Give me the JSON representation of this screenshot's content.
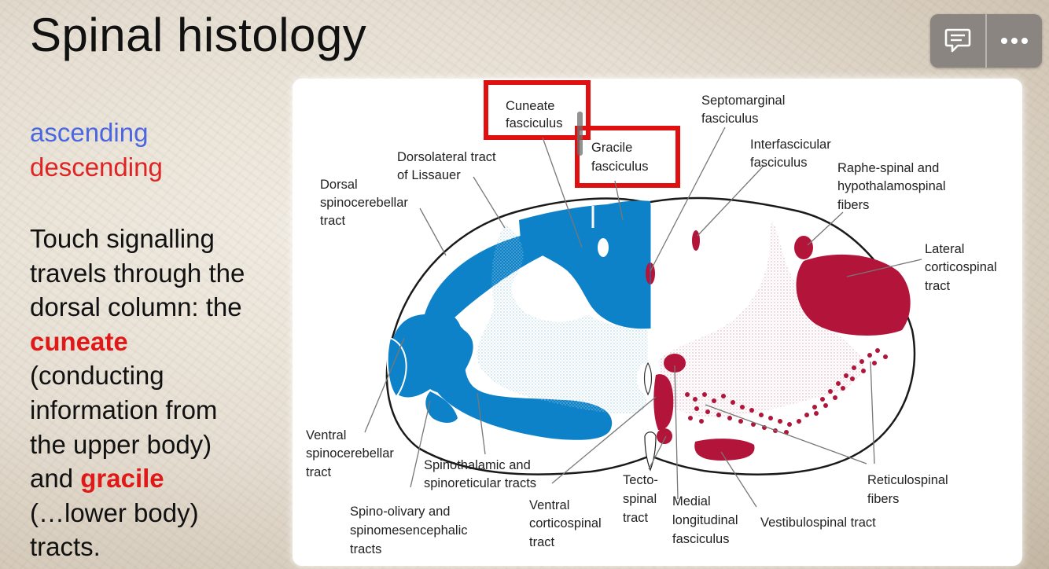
{
  "slide": {
    "title": "Spinal histology",
    "legend": {
      "ascending": "ascending",
      "descending": "descending"
    },
    "body": {
      "line1": "Touch signalling",
      "line2": "travels through the",
      "line3": "dorsal column: the",
      "cuneate": "cuneate",
      "line5": "(conducting",
      "line6": "information from",
      "line7": "the upper body)",
      "and": "and ",
      "gracile": "gracile",
      "line9": "(…lower body)",
      "line10": "tracts."
    }
  },
  "colors": {
    "ascending": "#0d82c8",
    "descending": "#b3143a",
    "highlight_box": "#e01010"
  },
  "toolbar": {
    "comment_icon": "comment-icon",
    "more_icon": "more-options-icon"
  },
  "diagram": {
    "labels": {
      "cuneate": [
        "Cuneate",
        "fasciculus"
      ],
      "gracile": [
        "Gracile",
        "fasciculus"
      ],
      "dorsolateral": [
        "Dorsolateral tract",
        "of Lissauer"
      ],
      "dorsal_spinocerebellar": [
        "Dorsal",
        "spinocerebellar",
        "tract"
      ],
      "septomarginal": [
        "Septomarginal",
        "fasciculus"
      ],
      "interfascicular": [
        "Interfascicular",
        "fasciculus"
      ],
      "raphe": [
        "Raphe-spinal and",
        "hypothalamospinal",
        "fibers"
      ],
      "lateral_cs": [
        "Lateral",
        "corticospinal",
        "tract"
      ],
      "ventral_spinocerebellar": [
        "Ventral",
        "spinocerebellar",
        "tract"
      ],
      "spinothalamic": [
        "Spinothalamic and",
        "spinoreticular tracts"
      ],
      "spino_olivary": [
        "Spino-olivary and",
        "spinomesencephalic",
        "tracts"
      ],
      "ventral_cs": [
        "Ventral",
        "corticospinal",
        "tract"
      ],
      "tecto": [
        "Tecto-",
        "spinal",
        "tract"
      ],
      "mlf": [
        "Medial",
        "longitudinal",
        "fasciculus"
      ],
      "vestibulo": [
        "Vestibulospinal tract"
      ],
      "reticulo": [
        "Reticulospinal",
        "fibers"
      ]
    }
  }
}
